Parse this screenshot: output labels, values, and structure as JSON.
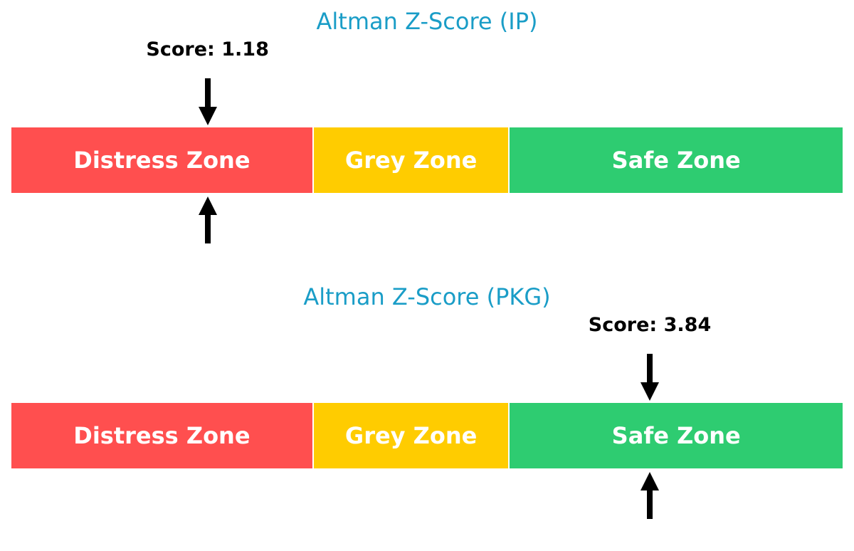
{
  "chart_data": [
    {
      "type": "gauge",
      "title": "Altman Z-Score (IP)",
      "score_label": "Score: 1.18",
      "score": 1.18,
      "zones": [
        {
          "label": "Distress Zone",
          "from": 0,
          "to": 1.81,
          "color": "#ff4f4f"
        },
        {
          "label": "Grey Zone",
          "from": 1.81,
          "to": 2.99,
          "color": "#ffcc00"
        },
        {
          "label": "Safe Zone",
          "from": 2.99,
          "to": 5.0,
          "color": "#2ecc71"
        }
      ]
    },
    {
      "type": "gauge",
      "title": "Altman Z-Score (PKG)",
      "score_label": "Score: 3.84",
      "score": 3.84,
      "zones": [
        {
          "label": "Distress Zone",
          "from": 0,
          "to": 1.81,
          "color": "#ff4f4f"
        },
        {
          "label": "Grey Zone",
          "from": 1.81,
          "to": 2.99,
          "color": "#ffcc00"
        },
        {
          "label": "Safe Zone",
          "from": 2.99,
          "to": 5.0,
          "color": "#2ecc71"
        }
      ]
    }
  ]
}
